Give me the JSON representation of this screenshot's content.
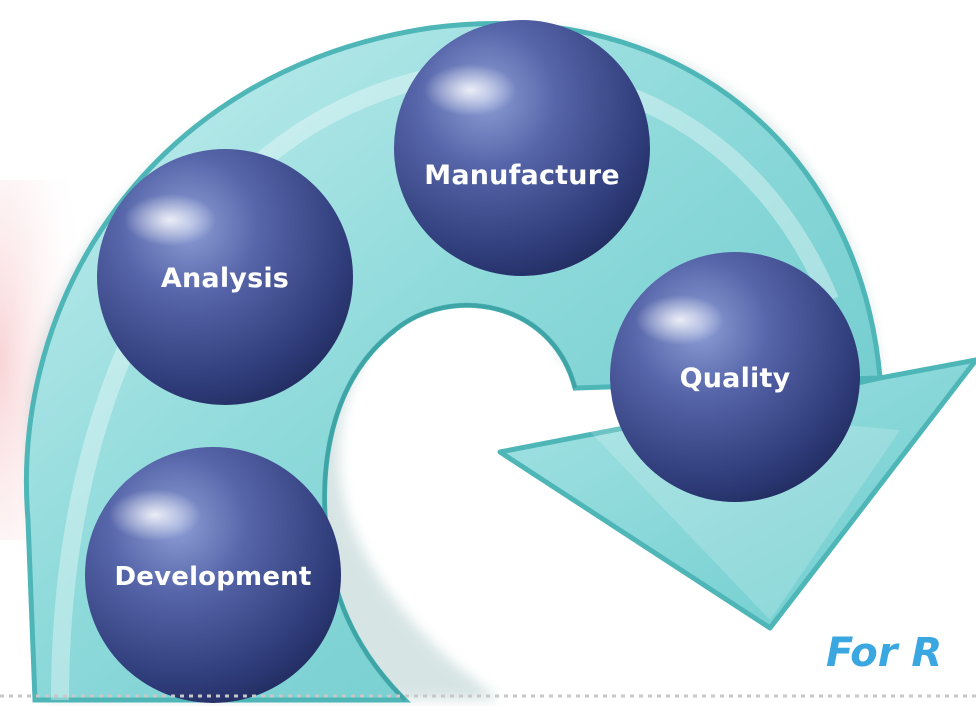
{
  "diagram": {
    "stages": [
      {
        "id": "manufacture",
        "label": "Manufacture"
      },
      {
        "id": "analysis",
        "label": "Analysis"
      },
      {
        "id": "quality",
        "label": "Quality"
      },
      {
        "id": "development",
        "label": "Development"
      }
    ],
    "tagline": "For R",
    "colors": {
      "ring": "#7fd3d4",
      "ring_edge": "#4fb6b8",
      "sphere": "#3a4a8e",
      "tagline": "#3aa7e0",
      "divider": "#c8c8c8"
    }
  }
}
